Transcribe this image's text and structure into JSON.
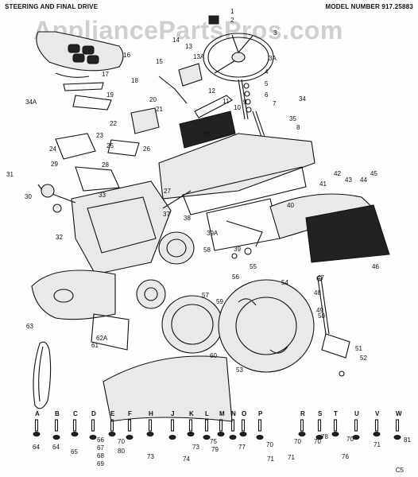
{
  "header": {
    "title": "STEERING AND FINAL DRIVE",
    "model": "MODEL NUMBER 917.25883"
  },
  "watermark": "AppliancePartsPros.com",
  "page_code": "C5",
  "callouts": [
    "1",
    "2",
    "3",
    "3A",
    "4",
    "5",
    "6",
    "7",
    "8",
    "9",
    "10",
    "11",
    "12",
    "13",
    "13A",
    "14",
    "15",
    "16",
    "17",
    "18",
    "19",
    "20",
    "21",
    "22",
    "23",
    "24",
    "25",
    "26",
    "27",
    "28",
    "29",
    "30",
    "31",
    "32",
    "33",
    "34",
    "34A",
    "35",
    "36",
    "37",
    "38",
    "39",
    "39A",
    "40",
    "41",
    "42",
    "43",
    "44",
    "45",
    "46",
    "47",
    "48",
    "49",
    "50",
    "51",
    "52",
    "53",
    "54",
    "55",
    "56",
    "57",
    "58",
    "59",
    "60",
    "61",
    "62A",
    "63"
  ],
  "hardware_letters": [
    "A",
    "B",
    "C",
    "D",
    "E",
    "F",
    "H",
    "J",
    "K",
    "L",
    "M",
    "N",
    "O",
    "P",
    "R",
    "S",
    "T",
    "U",
    "V",
    "W"
  ],
  "hardware_numbers": [
    "64",
    "64",
    "65",
    "66",
    "67",
    "68",
    "69",
    "70",
    "80",
    "73",
    "74",
    "73",
    "75",
    "79",
    "77",
    "70",
    "78",
    "70",
    "71",
    "70",
    "71",
    "76",
    "70",
    "71",
    "81"
  ]
}
